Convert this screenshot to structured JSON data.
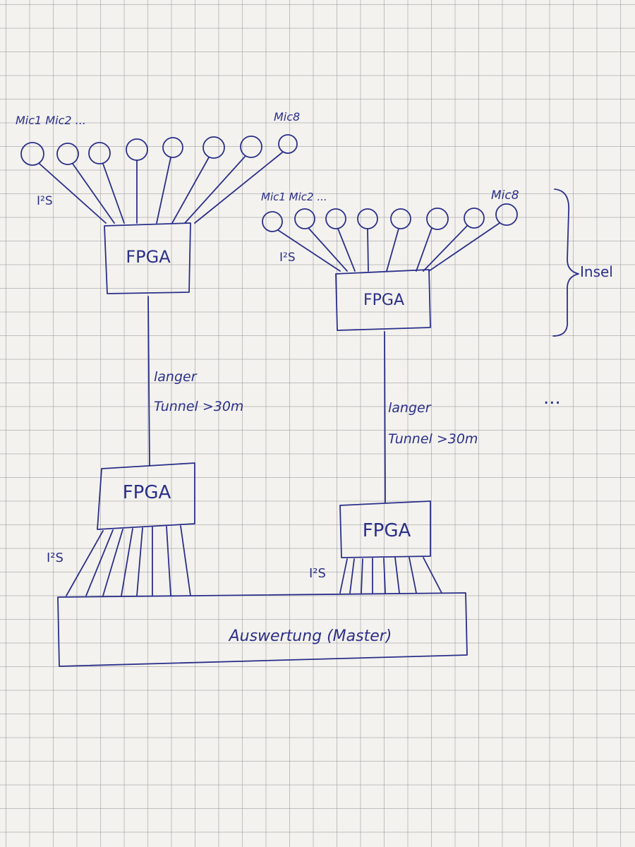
{
  "island_a": {
    "mic_first": "Mic1 Mic2 ...",
    "mic_last": "Mic8",
    "i2s": "I²S",
    "fpga": "FPGA",
    "link": [
      "langer",
      "Tunnel >30m"
    ]
  },
  "island_b": {
    "mic_first": "Mic1 Mic2 ...",
    "mic_last": "Mic8",
    "i2s": "I²S",
    "fpga": "FPGA",
    "link": [
      "langer",
      "Tunnel >30m"
    ],
    "brace": "Insel"
  },
  "receiver_a": {
    "fpga": "FPGA",
    "i2s": "I²S"
  },
  "receiver_b": {
    "fpga": "FPGA",
    "i2s": "I²S"
  },
  "more": "...",
  "master": "Auswertung (Master)",
  "ink_color": "#2b2f8a"
}
